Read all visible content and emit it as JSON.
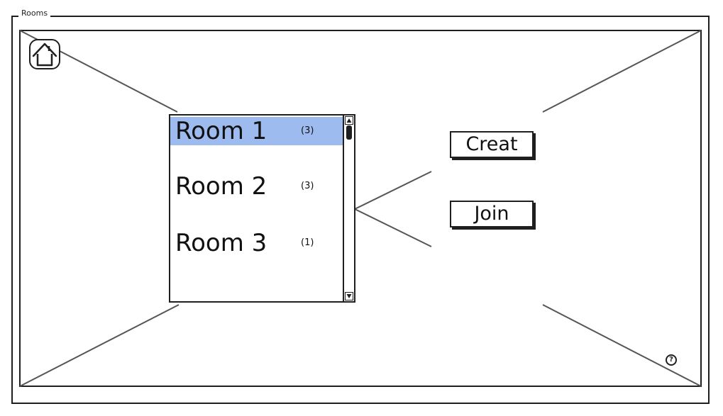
{
  "window": {
    "title": "Rooms"
  },
  "home": {
    "icon": "home-icon"
  },
  "room_list": {
    "items": [
      {
        "name": "Room 1",
        "count": "(3)",
        "selected": true
      },
      {
        "name": "Room 2",
        "count": "(3)",
        "selected": false
      },
      {
        "name": "Room 3",
        "count": "(1)",
        "selected": false
      }
    ],
    "selected_color": "#9dbbef"
  },
  "actions": {
    "create_label": "Creat",
    "join_label": "Join"
  },
  "help": {
    "icon": "help-icon",
    "glyph": "?"
  }
}
